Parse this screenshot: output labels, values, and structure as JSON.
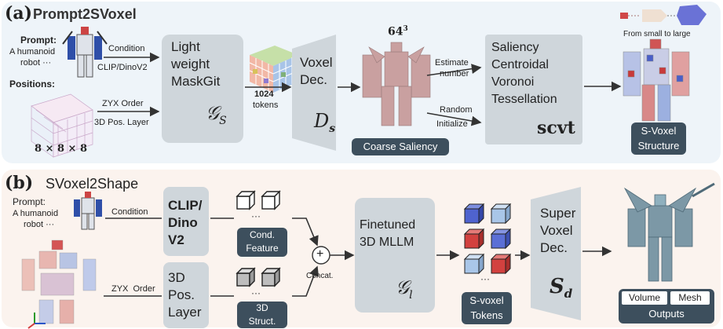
{
  "panel_a": {
    "letter": "(a)",
    "title": "Prompt2SVoxel",
    "prompt_label": "Prompt:",
    "prompt_text_1": "A humanoid",
    "prompt_text_2": "robot ···",
    "positions_label": "Positions:",
    "grid_label": "8 × 8 × 8",
    "condition_label": "Condition",
    "clip_label": "CLIP/DinoV2",
    "zyx_label": "ZYX Order",
    "pos_layer_label": "3D Pos. Layer",
    "maskgit_line1": "Light",
    "maskgit_line2": "weight",
    "maskgit_line3": "MaskGit",
    "maskgit_symbol": "𝒢",
    "maskgit_sub": "S",
    "tokens_count": "1024",
    "tokens_label": "tokens",
    "decoder_line1": "Voxel",
    "decoder_line2": "Dec.",
    "decoder_symbol": "D",
    "decoder_sub": "s",
    "resolution_base": "64",
    "resolution_exp": "3",
    "coarse_saliency_label": "Coarse Saliency",
    "estimate_1": "Estimate",
    "estimate_2": "number",
    "random_1": "Random",
    "random_2": "Initialize",
    "scvt_line1": "Saliency",
    "scvt_line2": "Centroidal",
    "scvt_line3": "Voronoi",
    "scvt_line4": "Tessellation",
    "scvt_symbol": "scvt",
    "small_to_large": "From small to large",
    "svoxel_structure_1": "S-Voxel",
    "svoxel_structure_2": "Structure"
  },
  "panel_b": {
    "letter": "(b)",
    "title": "SVoxel2Shape",
    "prompt_label": "Prompt:",
    "prompt_text_1": "A humanoid",
    "prompt_text_2": "robot ···",
    "condition_label": "Condition",
    "zyx_label": "ZYX  Order",
    "clip_line1": "CLIP/",
    "clip_line2": "Dino",
    "clip_line3": "V2",
    "poslayer_line1": "3D",
    "poslayer_line2": "Pos.",
    "poslayer_line3": "Layer",
    "dots": "···",
    "cond_feature_1": "Cond.",
    "cond_feature_2": "Feature",
    "struct_1": "3D",
    "struct_2": "Struct.",
    "plus": "+",
    "concat_label": "Concat.",
    "mllm_line1": "Finetuned",
    "mllm_line2": "3D MLLM",
    "mllm_symbol": "𝒢",
    "mllm_sub": "l",
    "svoxel_tokens_1": "S-voxel",
    "svoxel_tokens_2": "Tokens",
    "super_line1": "Super",
    "super_line2": "Voxel",
    "super_line3": "Dec.",
    "super_symbol": "S",
    "super_sub": "d",
    "volume_label": "Volume",
    "mesh_label": "Mesh",
    "outputs_label": "Outputs"
  },
  "colors": {
    "panel_a_bg": "#eef4f9",
    "panel_b_bg": "#fbf3ee",
    "module_gray": "#cfd6db",
    "dark_label": "#3d4f5d",
    "token_blue": "#5b6fd6",
    "token_red": "#d2413f",
    "token_lightblue": "#a9c6e8"
  }
}
